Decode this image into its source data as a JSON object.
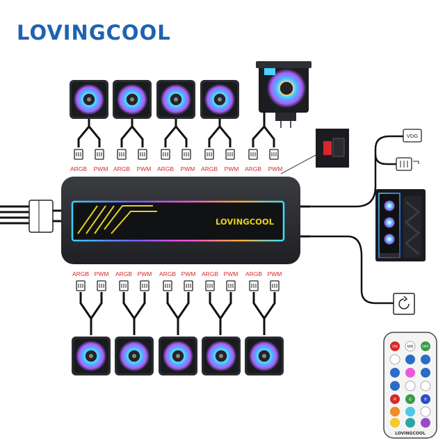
{
  "brand": {
    "logo": "LOVINGCOOL",
    "hub_logo": "LOVINGCOOL",
    "remote_logo": "LOVINGCOOL",
    "color": "#1f63b0"
  },
  "connectors": {
    "argb": "ARGB",
    "pwm": "PWM"
  },
  "vdg_label": "VDG",
  "remote": {
    "row1": [
      "ON",
      "M/B",
      "OFF"
    ],
    "row4": [
      "R",
      "G",
      "B"
    ]
  },
  "icons": [
    "fan-icon",
    "cpu-cooler-icon",
    "pc-case-icon",
    "remote-icon",
    "reset-button-icon",
    "power-connector-icon"
  ],
  "colors": {
    "label": "#d42a2a",
    "hub_body": "#2c2e32",
    "accent_yellow": "#e6d21a"
  }
}
